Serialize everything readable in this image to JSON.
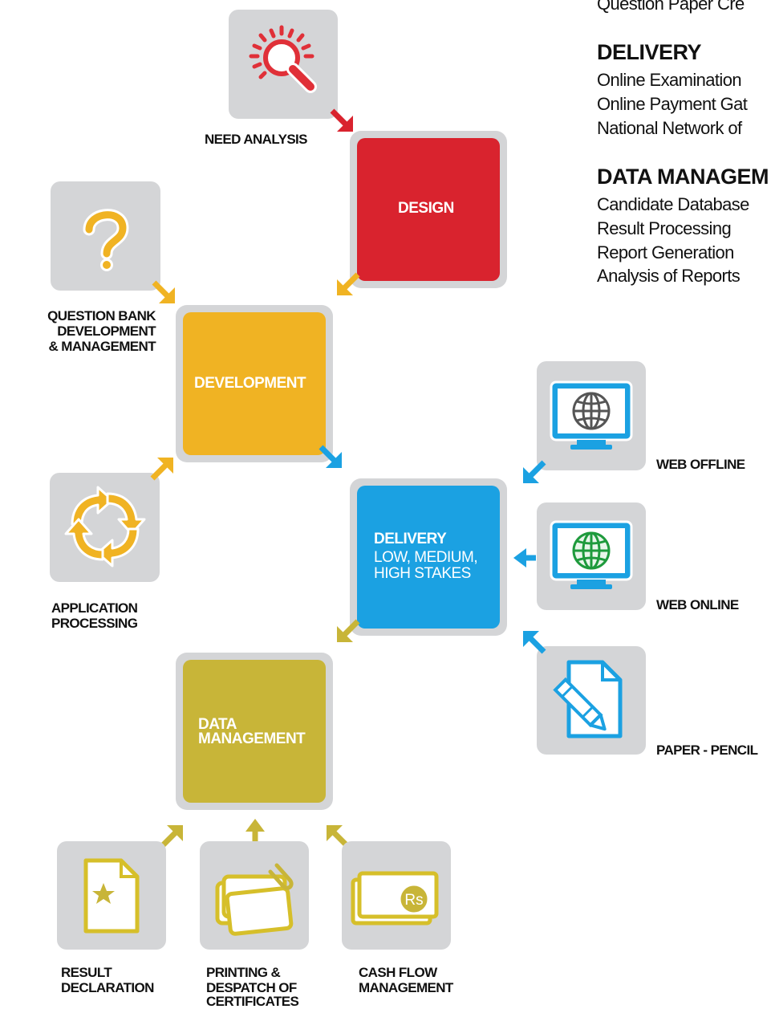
{
  "colors": {
    "red": "#d9232e",
    "yellow": "#f0b323",
    "blue": "#1ba1e2",
    "olive": "#c8b538",
    "tile": "#d4d5d7"
  },
  "stages": {
    "design": {
      "title": "DESIGN"
    },
    "development": {
      "title": "DEVELOPMENT"
    },
    "delivery": {
      "title": "DELIVERY",
      "subtitle_line1": "LOW, MEDIUM,",
      "subtitle_line2": "HIGH STAKES"
    },
    "data_management": {
      "title_line1": "DATA",
      "title_line2": "MANAGEMENT"
    }
  },
  "inputs": {
    "need_analysis": {
      "label": "NEED ANALYSIS",
      "icon": "magnifier-icon"
    },
    "question_bank": {
      "line1": "QUESTION BANK",
      "line2": "DEVELOPMENT",
      "line3": "& MANAGEMENT",
      "icon": "question-mark-icon"
    },
    "application_processing": {
      "line1": "APPLICATION",
      "line2": "PROCESSING",
      "icon": "cycle-arrows-icon"
    },
    "web_offline": {
      "label": "WEB OFFLINE",
      "icon": "monitor-globe-icon"
    },
    "web_online": {
      "label": "WEB ONLINE",
      "icon": "monitor-globe-green-icon"
    },
    "paper_pencil": {
      "label": "PAPER - PENCIL",
      "icon": "paper-pencil-icon"
    },
    "result_declaration": {
      "line1": "RESULT",
      "line2": "DECLARATION",
      "icon": "document-star-icon"
    },
    "printing": {
      "line1": "PRINTING &",
      "line2": "DESPATCH OF",
      "line3": "CERTIFICATES",
      "icon": "certificates-clip-icon"
    },
    "cash_flow": {
      "line1": "CASH FLOW",
      "line2": "MANAGEMENT",
      "icon": "rupee-notes-icon"
    }
  },
  "side_panel": {
    "top_item": "Question Paper Cre",
    "delivery": {
      "heading": "DELIVERY",
      "items": [
        "Online Examination",
        "Online Payment Gat",
        "National Network of"
      ]
    },
    "data_management": {
      "heading": "DATA MANAGEM",
      "items": [
        "Candidate Database",
        "Result Processing",
        "Report Generation",
        "Analysis of Reports"
      ]
    },
    "rupee_symbol": "Rs"
  }
}
